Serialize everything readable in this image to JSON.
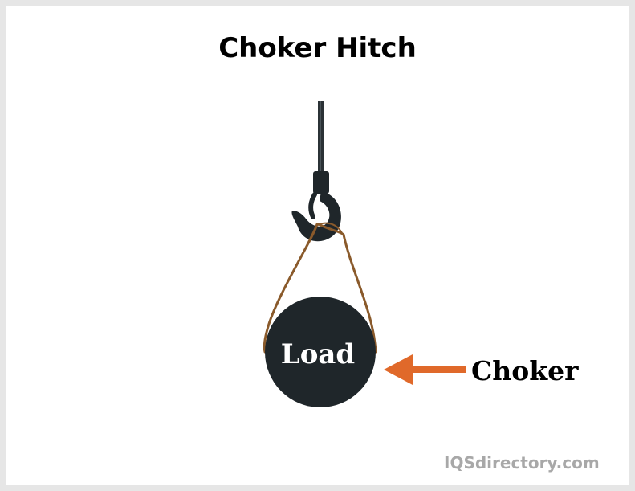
{
  "title": "Choker Hitch",
  "labels": {
    "load": "Load",
    "choker": "Choker"
  },
  "watermark": "IQSdirectory.com",
  "colors": {
    "background": "#e6e6e6",
    "panel": "#ffffff",
    "load_fill": "#1f262a",
    "hook_fill": "#1f262a",
    "sling": "#8a5a2b",
    "arrow": "#e0692a",
    "watermark": "#a8a8a8"
  }
}
